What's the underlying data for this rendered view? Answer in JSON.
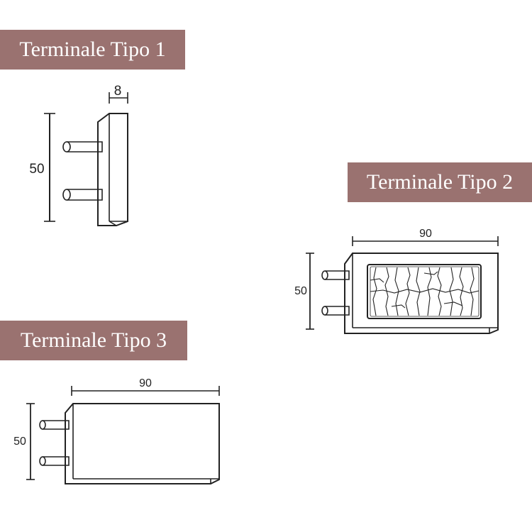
{
  "labels": {
    "tipo1": "Terminale Tipo 1",
    "tipo2": "Terminale Tipo 2",
    "tipo3": "Terminale Tipo 3"
  },
  "dimensions": {
    "tipo1": {
      "depth": "8",
      "height": "50"
    },
    "tipo2": {
      "width": "90",
      "height": "50"
    },
    "tipo3": {
      "width": "90",
      "height": "50"
    }
  },
  "colors": {
    "label_background": "#9a7270",
    "label_text": "#ffffff",
    "line": "#222222"
  }
}
